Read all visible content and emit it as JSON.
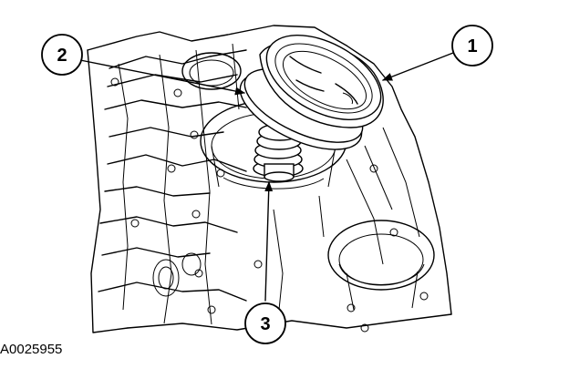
{
  "figure_id": "A0025955",
  "callouts": [
    {
      "label": "1"
    },
    {
      "label": "2"
    },
    {
      "label": "3"
    }
  ]
}
